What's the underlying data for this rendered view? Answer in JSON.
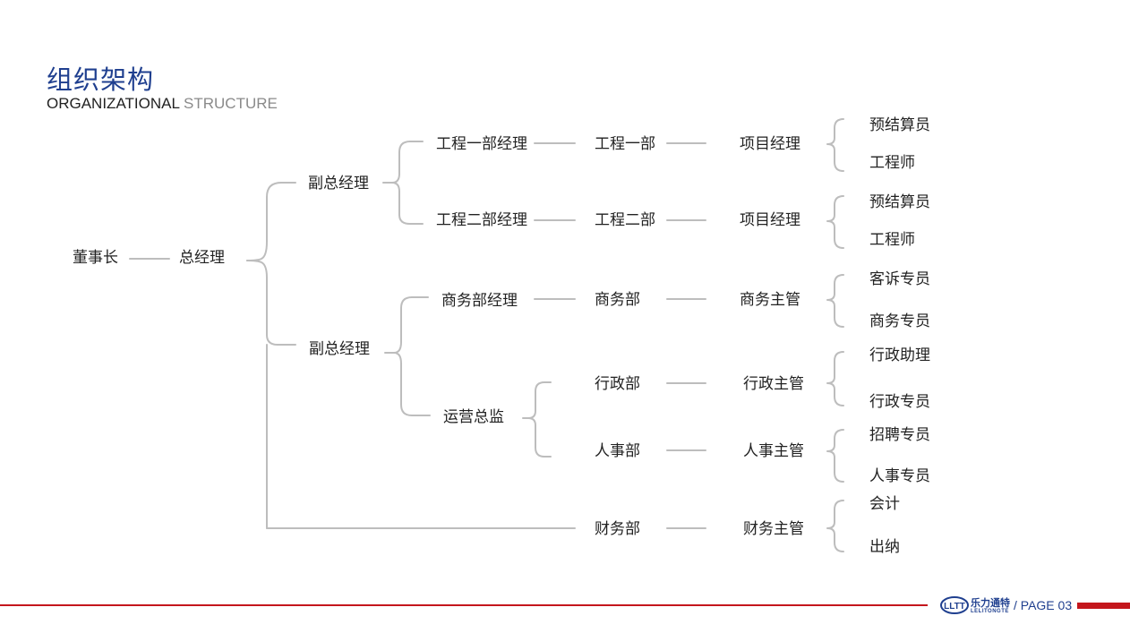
{
  "header": {
    "title_cn": "组织架构",
    "title_en_dark": "ORGANIZATIONAL",
    "title_en_light": "STRUCTURE"
  },
  "org": {
    "chairman": "董事长",
    "general_manager": "总经理",
    "deputy_gm_1": "副总经理",
    "deputy_gm_2": "副总经理",
    "eng1_manager": "工程一部经理",
    "eng1_dept": "工程一部",
    "eng1_pm": "项目经理",
    "eng1_staff": [
      "预结算员",
      "工程师"
    ],
    "eng2_manager": "工程二部经理",
    "eng2_dept": "工程二部",
    "eng2_pm": "项目经理",
    "eng2_staff": [
      "预结算员",
      "工程师"
    ],
    "biz_manager": "商务部经理",
    "biz_dept": "商务部",
    "biz_supervisor": "商务主管",
    "biz_staff": [
      "客诉专员",
      "商务专员"
    ],
    "ops_director": "运营总监",
    "admin_dept": "行政部",
    "admin_supervisor": "行政主管",
    "admin_staff": [
      "行政助理",
      "行政专员"
    ],
    "hr_dept": "人事部",
    "hr_supervisor": "人事主管",
    "hr_staff": [
      "招聘专员",
      "人事专员"
    ],
    "finance_dept": "财务部",
    "finance_supervisor": "财务主管",
    "finance_staff": [
      "会计",
      "出纳"
    ]
  },
  "footer": {
    "logo_cn": "乐力通特",
    "logo_en": "LELITONGTE",
    "page": "/ PAGE 03"
  },
  "colors": {
    "title_blue": "#1f3f8f",
    "footer_red": "#c4161c",
    "connector_gray": "#bdbdbd"
  }
}
